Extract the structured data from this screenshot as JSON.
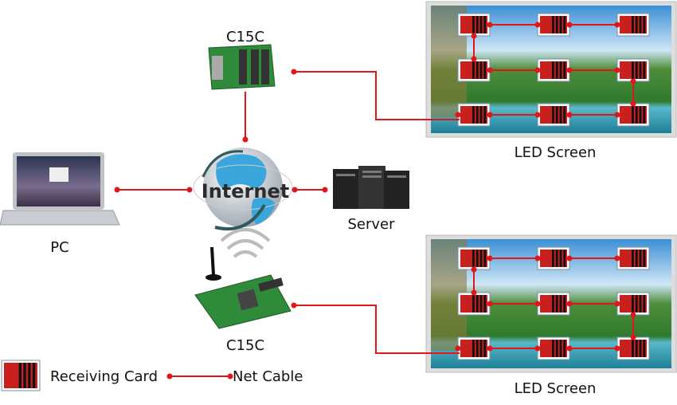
{
  "controllers": [
    {
      "label": "C15C"
    },
    {
      "label": "C15C"
    }
  ],
  "screens": [
    {
      "label": "LED Screen"
    },
    {
      "label": "LED Screen"
    }
  ],
  "network": {
    "label": "Internet"
  },
  "pc": {
    "label": "PC"
  },
  "server": {
    "label": "Server"
  },
  "legend": {
    "receiving_card": "Receiving Card",
    "net_cable": "Net Cable"
  },
  "colors": {
    "cable": "#e0161b",
    "card": "#c8201c",
    "board": "#2f8a3a",
    "globe": "#3ba6dc"
  }
}
